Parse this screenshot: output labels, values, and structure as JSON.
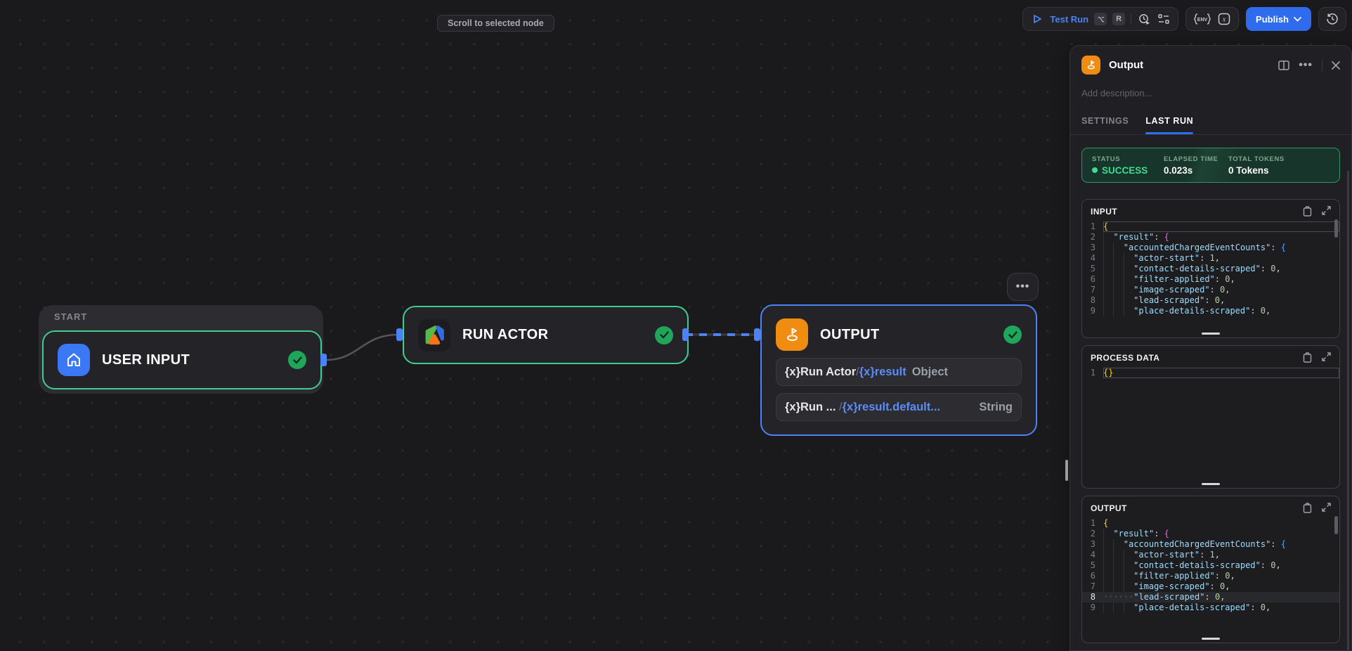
{
  "header_bar": {
    "scroll_button": "Scroll to selected node",
    "test_run_label": "Test Run",
    "shortcut_r": "R",
    "env_label": "ENV",
    "vars_label": "x",
    "publish_label": "Publish"
  },
  "canvas": {
    "start_group_label": "START",
    "nodes": {
      "user_input": {
        "title": "USER INPUT"
      },
      "run_actor": {
        "title": "RUN ACTOR"
      },
      "output": {
        "title": "OUTPUT",
        "mappings": [
          {
            "source": "{x}Run Actor",
            "sep": "/",
            "ref": "{x}result",
            "type": "Object"
          },
          {
            "source": "{x}Run ... ",
            "sep": "/",
            "ref": "{x}result.default...",
            "type": "String"
          }
        ]
      }
    },
    "ellipsis_button": "•••"
  },
  "panel": {
    "title": "Output",
    "description_placeholder": "Add description...",
    "tabs": {
      "settings": "SETTINGS",
      "last_run": "LAST RUN"
    },
    "run_summary": {
      "status_label": "STATUS",
      "status_value": "SUCCESS",
      "elapsed_label": "ELAPSED TIME",
      "elapsed_value": "0.023s",
      "tokens_label": "TOTAL TOKENS",
      "tokens_value": "0 Tokens"
    },
    "sections": {
      "input": "INPUT",
      "process": "PROCESS DATA",
      "output": "OUTPUT"
    }
  },
  "code": {
    "json_lines": [
      {
        "indent": 0,
        "tokens": [
          [
            "b1",
            "{"
          ]
        ]
      },
      {
        "indent": 1,
        "tokens": [
          [
            "key",
            "\"result\""
          ],
          [
            "pun",
            ": "
          ],
          [
            "b2",
            "{"
          ]
        ]
      },
      {
        "indent": 2,
        "tokens": [
          [
            "key",
            "\"accountedChargedEventCounts\""
          ],
          [
            "pun",
            ": "
          ],
          [
            "b3",
            "{"
          ]
        ]
      },
      {
        "indent": 3,
        "tokens": [
          [
            "key",
            "\"actor-start\""
          ],
          [
            "pun",
            ": "
          ],
          [
            "num",
            "1"
          ],
          [
            "pun",
            ","
          ]
        ]
      },
      {
        "indent": 3,
        "tokens": [
          [
            "key",
            "\"contact-details-scraped\""
          ],
          [
            "pun",
            ": "
          ],
          [
            "num",
            "0"
          ],
          [
            "pun",
            ","
          ]
        ]
      },
      {
        "indent": 3,
        "tokens": [
          [
            "key",
            "\"filter-applied\""
          ],
          [
            "pun",
            ": "
          ],
          [
            "num",
            "0"
          ],
          [
            "pun",
            ","
          ]
        ]
      },
      {
        "indent": 3,
        "tokens": [
          [
            "key",
            "\"image-scraped\""
          ],
          [
            "pun",
            ": "
          ],
          [
            "num",
            "0"
          ],
          [
            "pun",
            ","
          ]
        ]
      },
      {
        "indent": 3,
        "tokens": [
          [
            "key",
            "\"lead-scraped\""
          ],
          [
            "pun",
            ": "
          ],
          [
            "num",
            "0"
          ],
          [
            "pun",
            ","
          ]
        ]
      },
      {
        "indent": 3,
        "tokens": [
          [
            "key",
            "\"place-details-scraped\""
          ],
          [
            "pun",
            ": "
          ],
          [
            "num",
            "0"
          ],
          [
            "pun",
            ","
          ]
        ]
      }
    ],
    "process_lines": [
      {
        "indent": 0,
        "tokens": [
          [
            "b1",
            "{}"
          ]
        ]
      }
    ],
    "input_active_line": 1,
    "process_active_line": 1,
    "output_active_line": 8
  },
  "colors": {
    "accent_blue": "#4c82f7",
    "node_green": "#3ecf8e",
    "success_green": "#3ddc8f",
    "publish_blue": "#2f6bed",
    "node_orange": "#f08c12",
    "user_input_blue": "#3b78f6",
    "brace_l1": "#ffd700",
    "brace_l2": "#d670d6",
    "brace_l3": "#4aa7ff",
    "json_key": "#9cdcfe",
    "json_number": "#b5cea8"
  }
}
